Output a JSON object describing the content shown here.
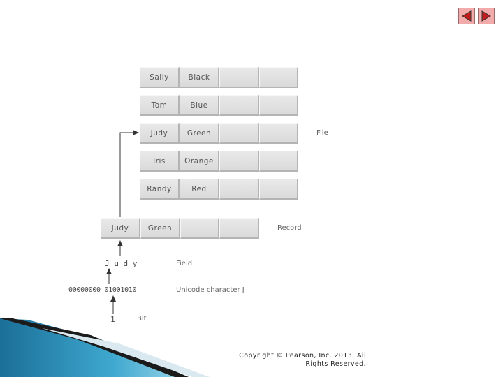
{
  "file_records": [
    {
      "first": "Sally",
      "last": "Black"
    },
    {
      "first": "Tom",
      "last": "Blue"
    },
    {
      "first": "Judy",
      "last": "Green"
    },
    {
      "first": "Iris",
      "last": "Orange"
    },
    {
      "first": "Randy",
      "last": "Red"
    }
  ],
  "record": {
    "first": "Judy",
    "last": "Green"
  },
  "labels": {
    "file": "File",
    "record": "Record",
    "field": "Field",
    "unicode": "Unicode character J",
    "bit": "Bit"
  },
  "field_letters": "J u d y",
  "bits_text": "00000000  01001010",
  "bit_value": "1",
  "copyright": {
    "line1": "Copyright © Pearson, Inc. 2013. All",
    "line2": "Rights Reserved."
  },
  "colors": {
    "nav_fill": "#f3aaaa",
    "accent_teal": "#1f7ea6"
  },
  "icons": {
    "prev": "triangle-left-icon",
    "next": "triangle-right-icon"
  }
}
